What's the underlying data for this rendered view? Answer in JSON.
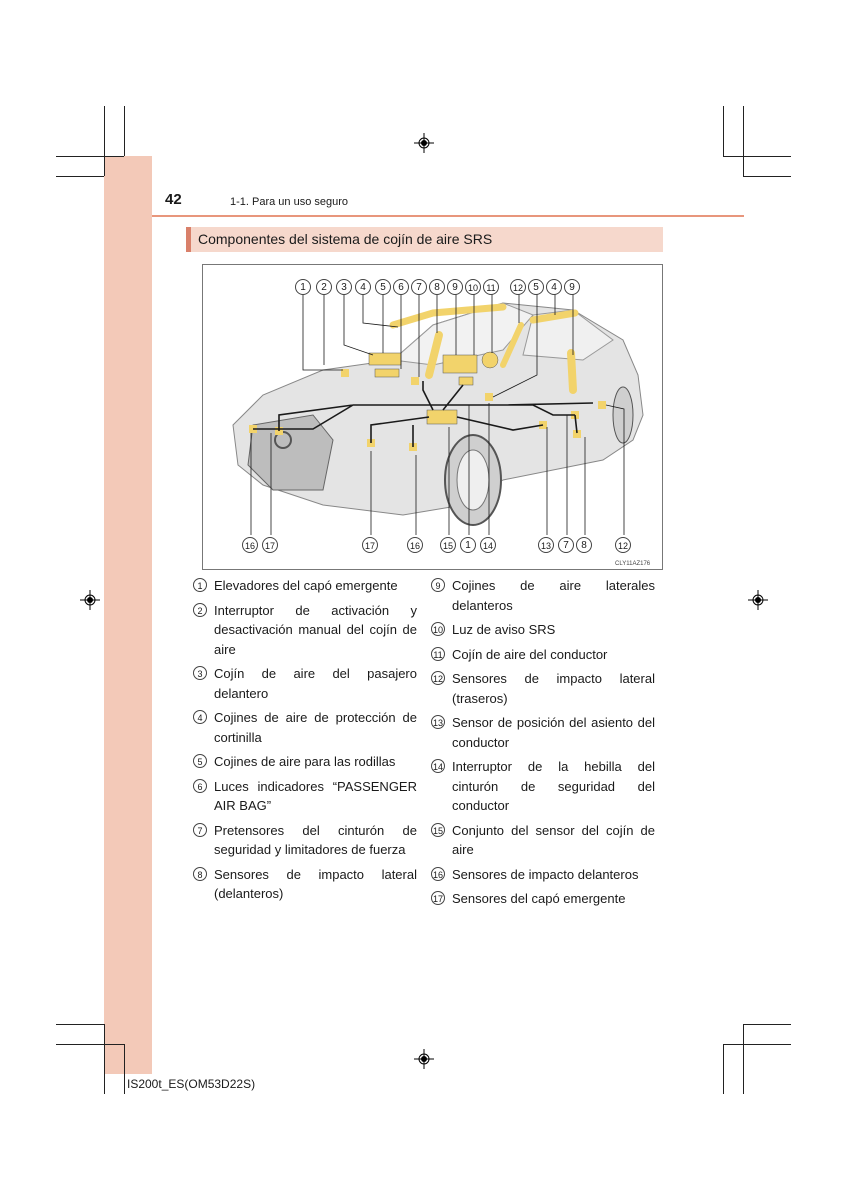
{
  "header": {
    "page_number": "42",
    "breadcrumb": "1-1. Para un uso seguro"
  },
  "section": {
    "title": "Componentes del sistema de cojín de aire SRS"
  },
  "figure": {
    "code": "CLY11AZ176",
    "callouts_top": [
      "1",
      "2",
      "3",
      "4",
      "5",
      "6",
      "7",
      "8",
      "9",
      "10",
      "11",
      "12",
      "5",
      "4",
      "9"
    ],
    "callouts_bottom": [
      "16",
      "17",
      "17",
      "16",
      "15",
      "1",
      "14",
      "13",
      "7",
      "8",
      "12"
    ],
    "colors": {
      "component": "#f2d36b",
      "wire": "#1a1a1a",
      "body": "#dcdcdc"
    }
  },
  "legend_left": [
    {
      "num": "1",
      "text": "Elevadores del capó emergente"
    },
    {
      "num": "2",
      "text": "Interruptor de activación y desactivación manual del cojín de aire"
    },
    {
      "num": "3",
      "text": "Cojín de aire del pasajero delantero"
    },
    {
      "num": "4",
      "text": "Cojines de aire de protección de cortinilla"
    },
    {
      "num": "5",
      "text": "Cojines de aire para las rodillas"
    },
    {
      "num": "6",
      "text": "Luces indicadores “PASSENGER AIR BAG”"
    },
    {
      "num": "7",
      "text": "Pretensores del cinturón de seguridad y limitadores de fuerza"
    },
    {
      "num": "8",
      "text": "Sensores de impacto lateral (delanteros)"
    }
  ],
  "legend_right": [
    {
      "num": "9",
      "text": "Cojines de aire laterales delanteros"
    },
    {
      "num": "10",
      "text": "Luz de aviso SRS"
    },
    {
      "num": "11",
      "text": "Cojín de aire del conductor"
    },
    {
      "num": "12",
      "text": "Sensores de impacto lateral (traseros)"
    },
    {
      "num": "13",
      "text": "Sensor de posición del asiento del conductor"
    },
    {
      "num": "14",
      "text": "Interruptor de la hebilla del cinturón de seguridad del conductor"
    },
    {
      "num": "15",
      "text": "Conjunto del sensor del cojín de aire"
    },
    {
      "num": "16",
      "text": "Sensores de impacto delanteros"
    },
    {
      "num": "17",
      "text": "Sensores del capó emergente"
    }
  ],
  "footer": {
    "code": "IS200t_ES(OM53D22S)"
  }
}
